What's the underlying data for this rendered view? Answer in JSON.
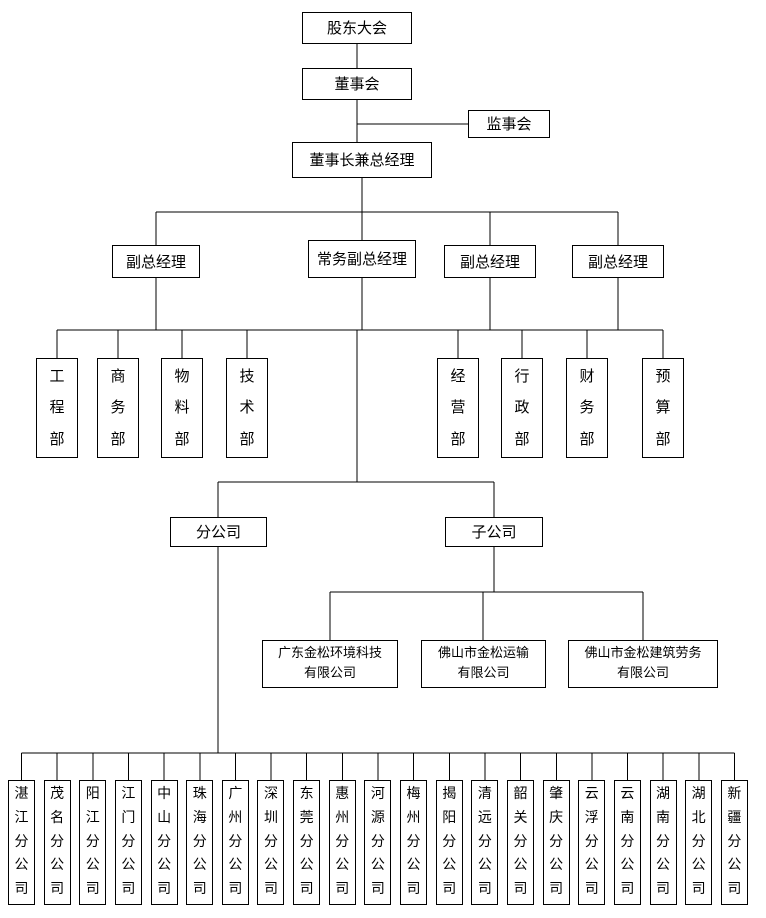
{
  "org_chart": {
    "top": {
      "shareholders": "股东大会",
      "board": "董事会",
      "supervisory": "监事会",
      "chairman": "董事长兼总经理"
    },
    "management": {
      "deputy_gm_left": "副总经理",
      "executive_deputy_gm": "常务副总经理",
      "deputy_gm_mid": "副总经理",
      "deputy_gm_right": "副总经理"
    },
    "departments": [
      "工程部",
      "商务部",
      "物料部",
      "技术部",
      "经营部",
      "行政部",
      "财务部",
      "预算部"
    ],
    "groups": {
      "branch_group": "分公司",
      "subsidiary_group": "子公司"
    },
    "subsidiaries": [
      {
        "line1": "广东金松环境科技",
        "line2": "有限公司"
      },
      {
        "line1": "佛山市金松运输",
        "line2": "有限公司"
      },
      {
        "line1": "佛山市金松建筑劳务",
        "line2": "有限公司"
      }
    ],
    "branches": [
      "湛江分公司",
      "茂名分公司",
      "阳江分公司",
      "江门分公司",
      "中山分公司",
      "珠海分公司",
      "广州分公司",
      "深圳分公司",
      "东莞分公司",
      "惠州分公司",
      "河源分公司",
      "梅州分公司",
      "揭阳分公司",
      "清远分公司",
      "韶关分公司",
      "肇庆分公司",
      "云浮分公司",
      "云南分公司",
      "湖南分公司",
      "湖北分公司",
      "新疆分公司"
    ],
    "colors": {
      "background": "#ffffff",
      "border": "#000000",
      "line": "#000000",
      "text": "#000000"
    }
  }
}
